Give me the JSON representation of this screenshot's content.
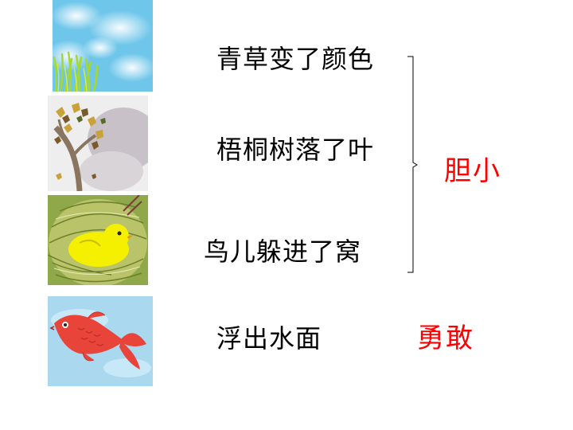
{
  "phrases": [
    "青草变了颜色",
    "梧桐树落了叶",
    "鸟儿躲进了窝",
    "浮出水面"
  ],
  "conclusions": {
    "timid": "胆小",
    "brave": "勇敢"
  },
  "colors": {
    "text": "#000000",
    "accent": "#ff0000"
  },
  "images": [
    "sky-and-grass-image",
    "autumn-tree-image",
    "chick-in-nest-image",
    "red-fish-image"
  ]
}
